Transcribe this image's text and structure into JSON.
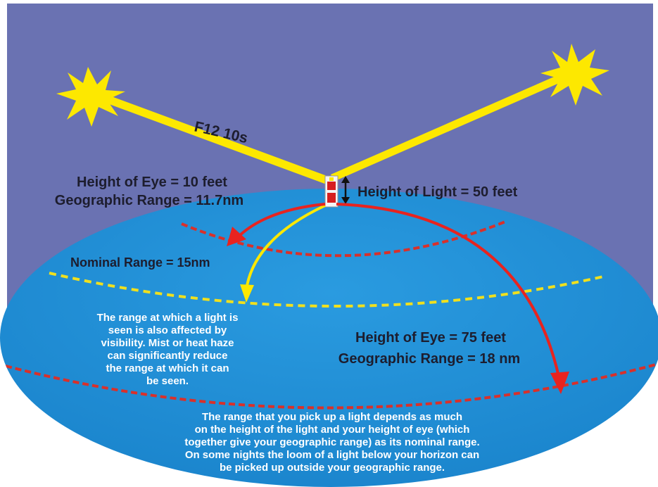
{
  "diagram": {
    "light_characteristic": "F12 10s",
    "low_eye": {
      "height_of_eye": "Height of Eye = 10 feet",
      "geographic_range": "Geographic Range = 11.7nm"
    },
    "height_of_light": "Height of Light = 50 feet",
    "nominal_range": "Nominal Range = 15nm",
    "high_eye": {
      "height_of_eye": "Height of Eye = 75 feet",
      "geographic_range": "Geographic Range = 18 nm"
    },
    "visibility_note": [
      "The range at which a light is",
      "seen is also affected by",
      "visibility. Mist or heat haze",
      "can significantly reduce",
      "the range at which it can",
      "be seen."
    ],
    "range_note": [
      "The range that you pick up a light depends as much",
      "on the height of the light and your height of eye (which",
      "together give your geographic range) as its nominal range.",
      "On some nights the loom of a light below your horizon can",
      "be picked up outside your geographic range."
    ],
    "colors": {
      "sky": "#6a72b2",
      "sea": "#1f8fd4",
      "light_beam": "#fde800",
      "range_arrow": "#e8231f",
      "nominal_ring": "#f0e01e",
      "geographic_ring": "#d9302a"
    },
    "icons": {
      "left_flash": "starburst-flash",
      "right_flash": "starburst-flash",
      "lighthouse": "lighthouse",
      "height_marker": "double-headed-arrow"
    }
  }
}
